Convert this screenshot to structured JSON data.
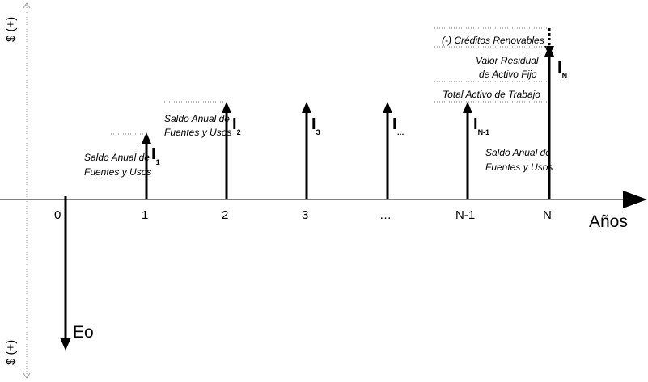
{
  "diagram": {
    "y_axis_label_top": "$ (+)",
    "y_axis_label_bottom": "$ (+)",
    "x_axis_title": "Años",
    "ticks": [
      "0",
      "1",
      "2",
      "3",
      "…",
      "N-1",
      "N"
    ],
    "flows": [
      {
        "main": "I",
        "sub": "1"
      },
      {
        "main": "I",
        "sub": "2"
      },
      {
        "main": "I",
        "sub": "3"
      },
      {
        "main": "I",
        "sub": "…"
      },
      {
        "main": "I",
        "sub": "N-1"
      },
      {
        "main": "I",
        "sub": "N"
      }
    ],
    "investment_label": "Eo",
    "labels": {
      "saldo1_line1": "Saldo Anual de",
      "saldo1_line2": "Fuentes y Usos",
      "saldo2_line1": "Saldo Anual de",
      "saldo2_line2": "Fuentes y Usos",
      "saldoN_line1": "Saldo Anual de",
      "saldoN_line2": "Fuentes y Usos",
      "total_activo": "Total Activo de Trabajo",
      "valor_residual_line1": "Valor Residual",
      "valor_residual_line2": "de Activo Fijo",
      "creditos": "(-) Créditos Renovables"
    }
  }
}
